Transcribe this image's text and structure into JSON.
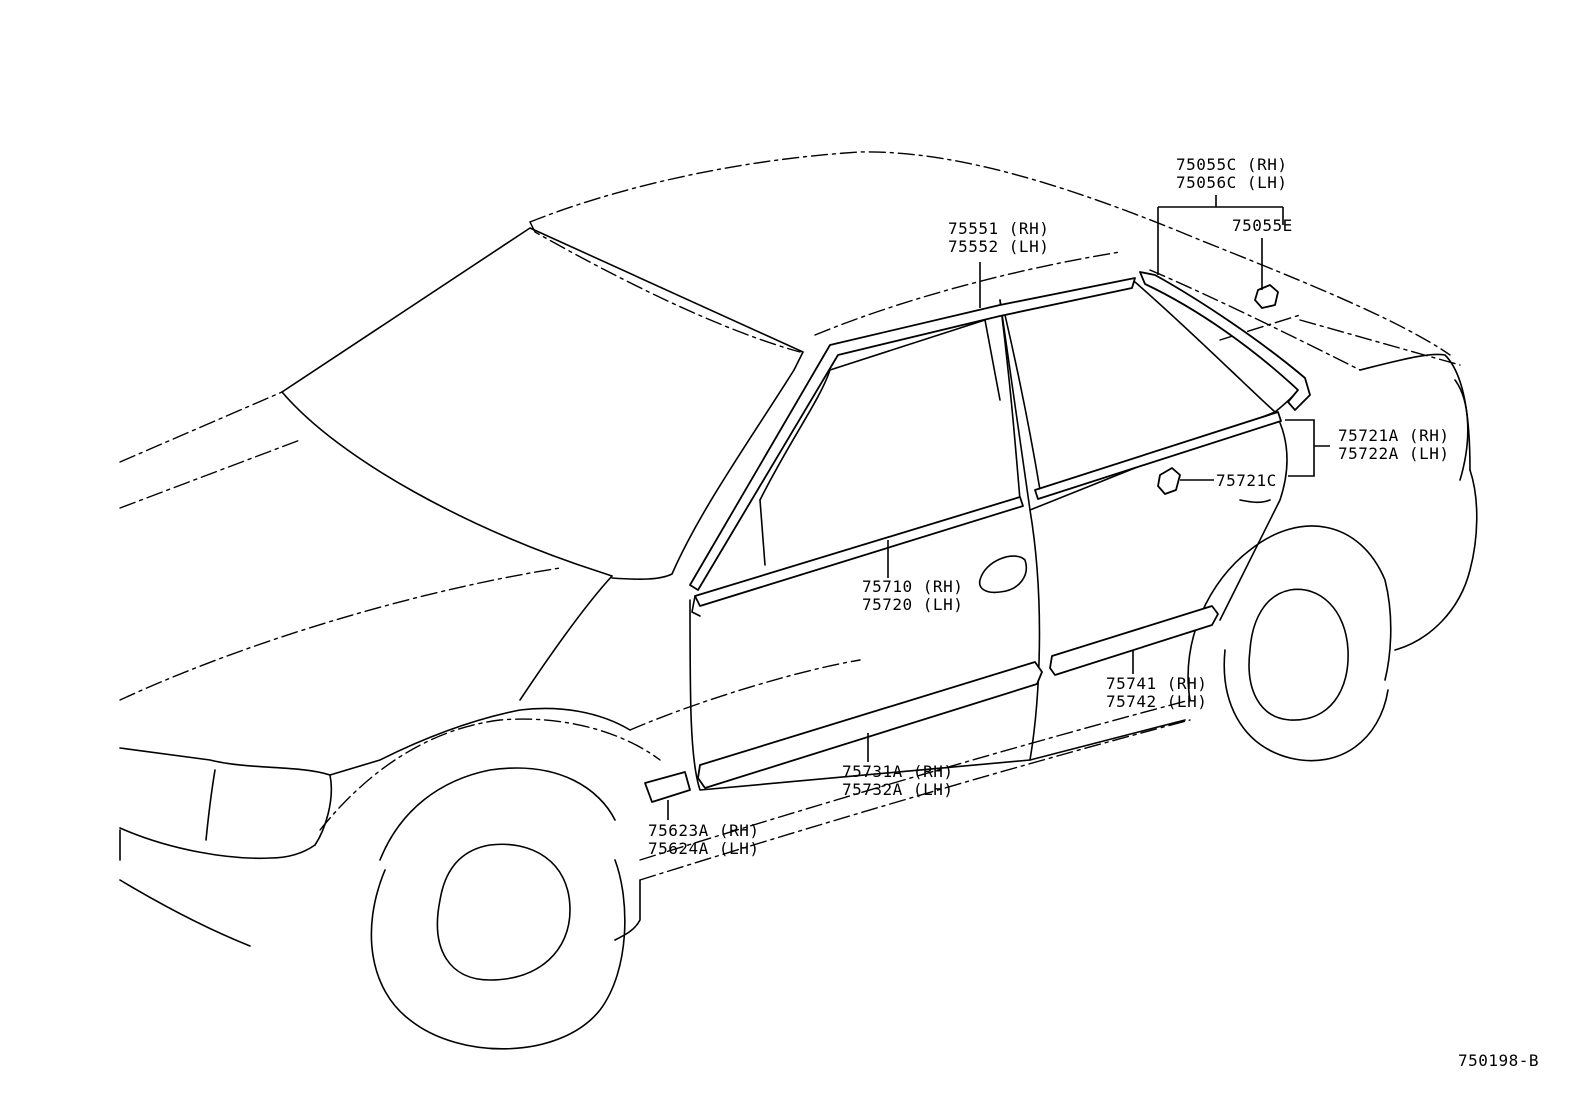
{
  "diagram_code": "750198-B",
  "callouts": {
    "c75055c": {
      "line1": "75055C (RH)",
      "line2": "75056C (LH)"
    },
    "c75055e": {
      "line1": "75055E"
    },
    "c75551": {
      "line1": "75551 (RH)",
      "line2": "75552 (LH)"
    },
    "c75721a": {
      "line1": "75721A (RH)",
      "line2": "75722A (LH)"
    },
    "c75721c": {
      "line1": "75721C"
    },
    "c75710": {
      "line1": "75710 (RH)",
      "line2": "75720 (LH)"
    },
    "c75741": {
      "line1": "75741 (RH)",
      "line2": "75742 (LH)"
    },
    "c75731a": {
      "line1": "75731A (RH)",
      "line2": "75732A (LH)"
    },
    "c75623a": {
      "line1": "75623A (RH)",
      "line2": "75624A (LH)"
    }
  }
}
